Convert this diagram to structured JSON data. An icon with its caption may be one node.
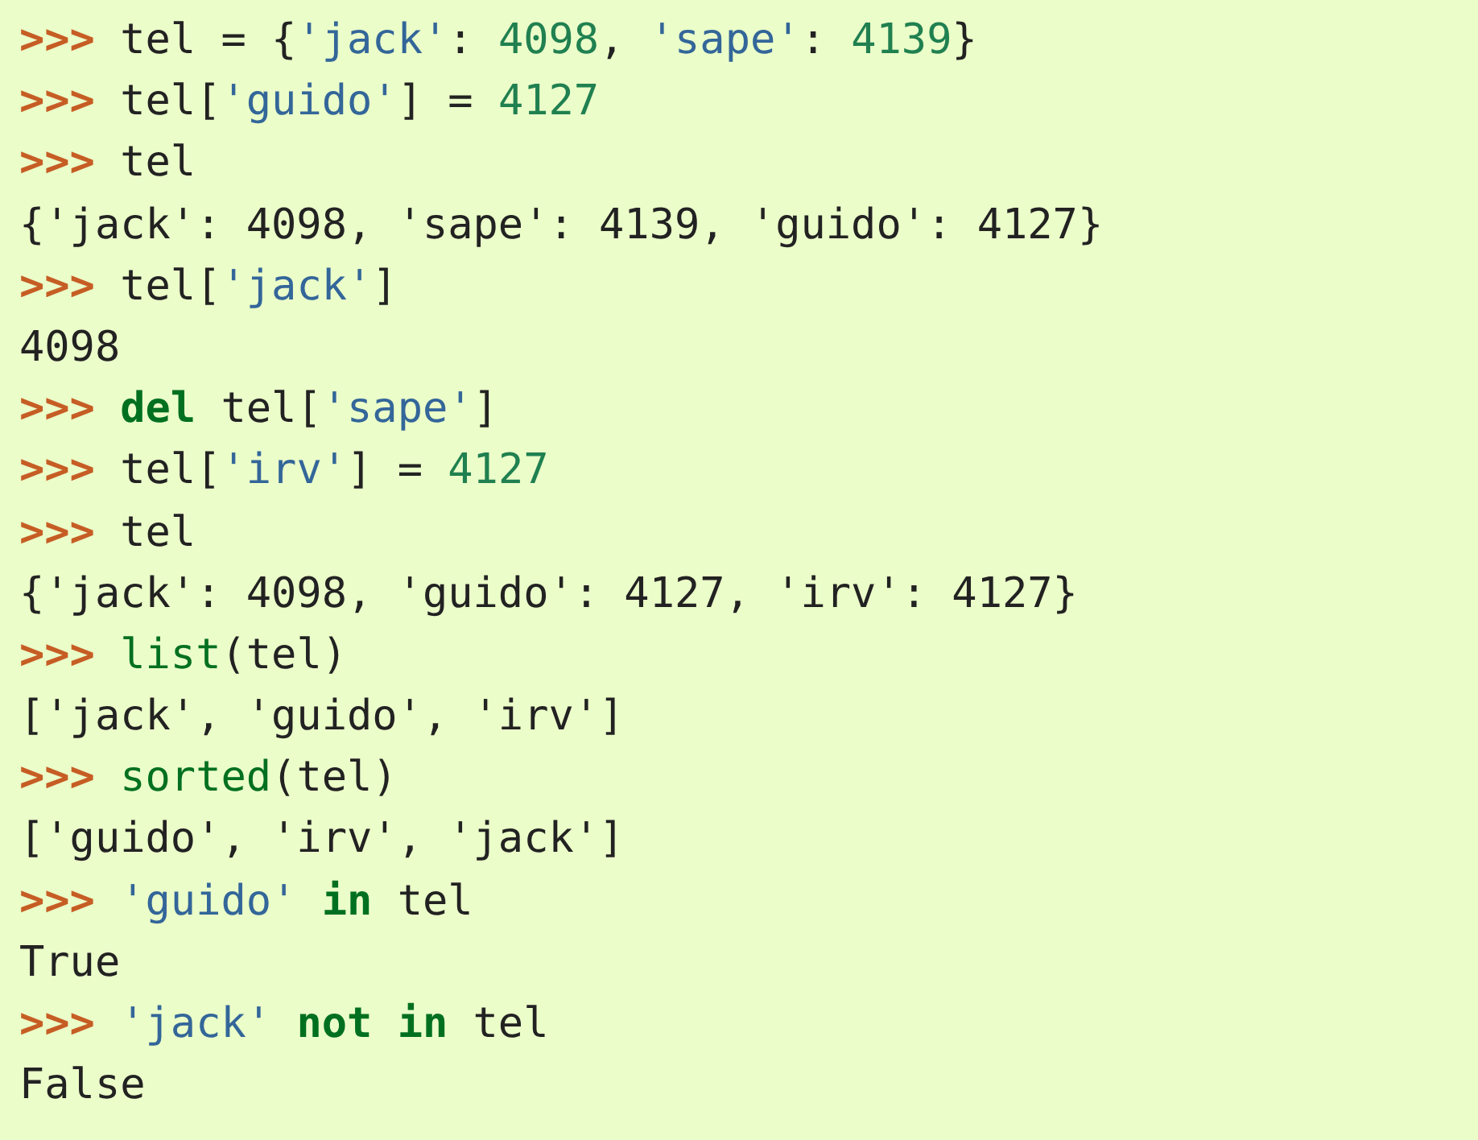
{
  "diagram": {
    "labels": [
      ">>> tel = {'jack': 4098, 'sape': 4139}",
      ">>> tel['guido'] = 4127",
      ">>> tel",
      "{'jack': 4098, 'sape': 4139, 'guido': 4127}",
      ">>> tel['jack']",
      "4098",
      ">>> **del** tel['sape']",
      ">>> tel['irv'] = 4127",
      ">>> tel",
      "{'jack': 4098, 'guido': 4127, 'irv': 4127}",
      ">>> list(tel)",
      "['jack', 'guido', 'irv']",
      ">>> sorted(tel)",
      "['guido', 'irv', 'jack']",
      ">>> 'guido' **in** tel",
      "True",
      ">>> 'jack' **not in** tel",
      "False"
    ]
  }
}
